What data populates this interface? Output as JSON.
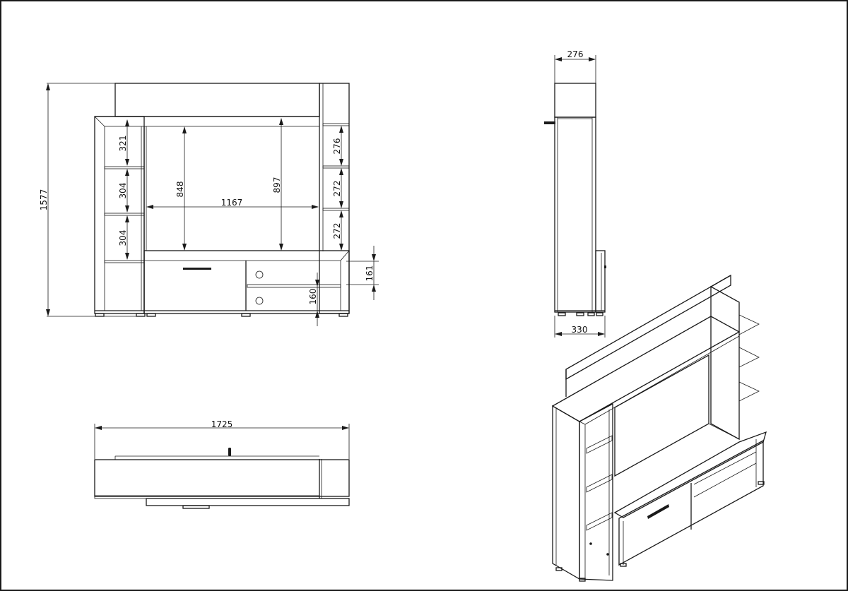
{
  "drawing": {
    "title": "TV wall unit technical drawing",
    "views": [
      "front",
      "side",
      "top",
      "isometric"
    ]
  },
  "front_view": {
    "overall_height": "1577",
    "left_shelves": [
      "321",
      "304",
      "304"
    ],
    "center_opening_height_left": "848",
    "center_opening_height_right": "897",
    "center_opening_width": "1167",
    "right_shelves": [
      "276",
      "272",
      "272"
    ],
    "drawer_height_upper": "161",
    "drawer_height_lower": "160"
  },
  "side_view": {
    "top_depth": "276",
    "base_depth": "330"
  },
  "top_view": {
    "overall_width": "1725"
  }
}
